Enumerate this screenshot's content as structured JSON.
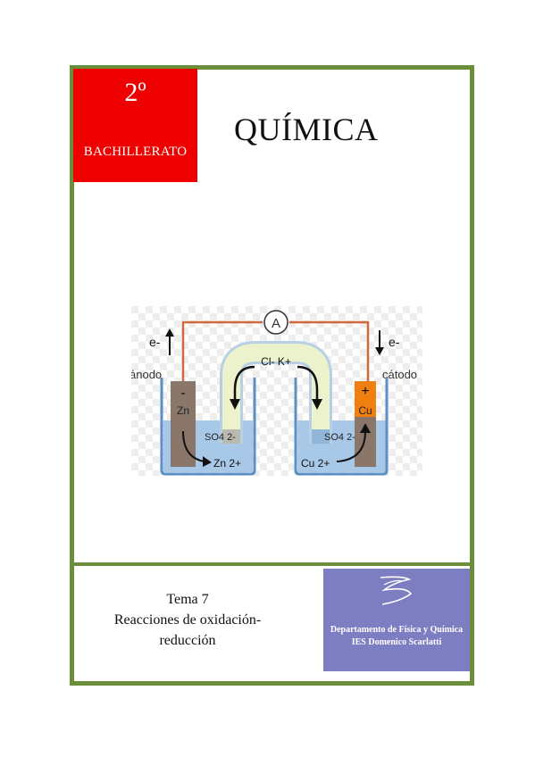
{
  "header": {
    "course": "2º",
    "level": "BACHILLERATO",
    "title": "QUÍMICA"
  },
  "figure": {
    "ammeter": "A",
    "electron_left": "e-",
    "electron_right": "e-",
    "anode_label": "ánodo",
    "cathode_label": "cátodo",
    "salt_bridge_ions": "Cl-  K+",
    "anode_sign": "-",
    "cathode_sign": "+",
    "anode_metal": "Zn",
    "cathode_metal": "Cu",
    "sulfate_left": "SO4 2-",
    "sulfate_right": "SO4 2-",
    "zinc_ion": "Zn 2+",
    "copper_ion": "Cu 2+"
  },
  "topic": {
    "number": "Tema 7",
    "line1": "Reacciones de oxidación-",
    "line2": "reducción"
  },
  "department": {
    "line1": "Departamento de Física y Química",
    "line2": "IES Domenico Scarlatti"
  },
  "colors": {
    "frame": "#6b8e3a",
    "red_box": "#ee0000",
    "logo_bg": "#7d7dc2",
    "copper": "#f07f12",
    "zinc": "#8a7769",
    "solution": "#a8c8e8",
    "wire": "#d2693c"
  }
}
